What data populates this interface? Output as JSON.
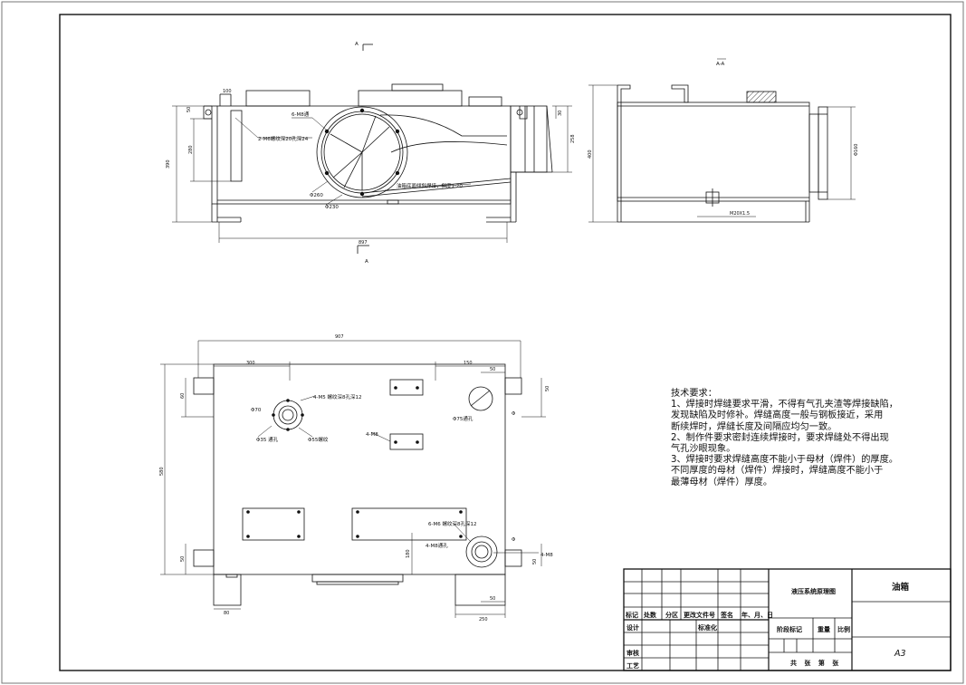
{
  "view_label_top": "A",
  "view_label_bottom": "A",
  "section_label": "A-A",
  "front_view": {
    "dims": {
      "total_width": "897",
      "height_left": "390",
      "height_inner": "280",
      "height_right": "258",
      "top_small": "100",
      "side_small": "50",
      "flange_small": "30"
    },
    "callouts": {
      "holes_6": "6-M8通",
      "holes_2": "2-M6螺纹深20孔深24",
      "dia_big": "Φ260",
      "dia_small": "Φ230",
      "slope": "油箱底面倾斜焊接，斜度1:20"
    }
  },
  "side_view": {
    "dims": {
      "height": "400",
      "dia": "Φ160",
      "drain": "M20X1.5"
    }
  },
  "top_view": {
    "dims": {
      "total_width": "907",
      "left_sub": "300",
      "right_sub": "150",
      "small_right": "50",
      "height": "580",
      "left_top": "60",
      "right_top": "50",
      "left_bottom": "50",
      "right_bottom": "50",
      "mid_right": "180",
      "bottom_left": "80",
      "bottom_right": "250",
      "bottom_small": "50"
    },
    "callouts": {
      "port1": "Φ70",
      "port1_holes": "4-M5 螺纹深8孔深12",
      "port1_pcd": "Φ35 通孔",
      "port1_inner": "Φ55螺纹",
      "port2": "Φ75通孔",
      "holes_4": "4-M8",
      "port3_holes": "6-M6 螺纹深8孔深12",
      "port3_pcd": "4-M8通孔",
      "port3_right": "4-M8"
    }
  },
  "tech_requirements": {
    "title": "技术要求：",
    "lines": [
      "1、焊接时焊缝要求平滑，不得有气孔夹渣等焊接缺陷，",
      "发现缺陷及时修补。焊缝高度一般与钢板接近，采用",
      "断续焊时，焊缝长度及间隔应均匀一致。",
      "2、制作件要求密封连续焊接时，要求焊缝处不得出现",
      "气孔沙眼现象。",
      "3、焊接时要求焊缝高度不能小于母材（焊件）的厚度。",
      "不同厚度的母材（焊件）焊接时，焊缝高度不能小于",
      "最薄母材（焊件）厚度。"
    ]
  },
  "title_block": {
    "design_title": "液压系统原理图",
    "part_name": "油箱",
    "row_labels": [
      "标记",
      "处数",
      "分区",
      "更改文件号",
      "签名",
      "年、月、日"
    ],
    "design": "设计",
    "standardize": "标准化",
    "stage_mark": "阶段标记",
    "weight": "重量",
    "scale": "比例",
    "review": "审核",
    "process": "工艺",
    "sheets": "共 张 第 张",
    "format": "A3"
  }
}
